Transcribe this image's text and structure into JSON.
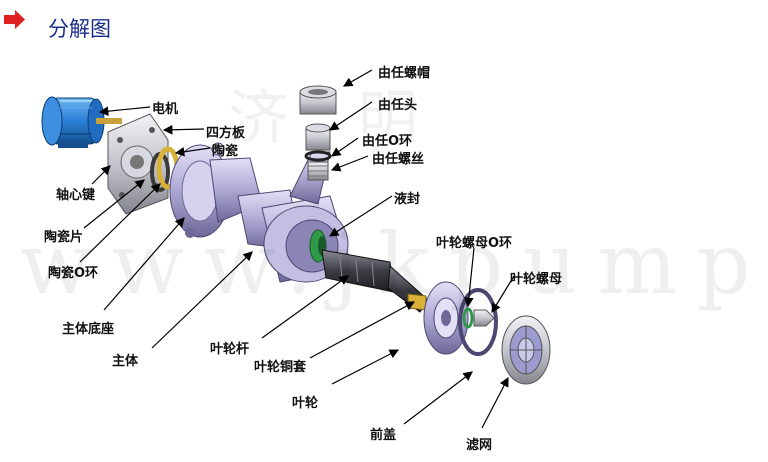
{
  "header": {
    "title": "分解图",
    "marker_icon": "red-arrow-icon"
  },
  "watermark": {
    "text": "www.jkpump.com",
    "text_top": "济明"
  },
  "labels": {
    "motor": "电机",
    "square_plate": "四方板",
    "ceramic": "陶瓷",
    "shaft_key": "轴心键",
    "ceramic_piece": "陶瓷片",
    "ceramic_o_ring": "陶瓷O环",
    "main_base": "主体底座",
    "main_body": "主体",
    "union_nut": "由任螺帽",
    "union_head": "由任头",
    "union_o_ring": "由任O环",
    "union_thread": "由任螺丝",
    "mechanical_seal": "液封",
    "impeller_nut_o_ring": "叶轮螺母O环",
    "impeller_nut": "叶轮螺母",
    "impeller_shaft": "叶轮杆",
    "impeller_copper_sleeve": "叶轮铜套",
    "impeller": "叶轮",
    "front_cover": "前盖",
    "filter_screen": "滤网"
  },
  "colors": {
    "title": "#1a2f8c",
    "arrow_marker": "#e02020",
    "motor_blue": "#2a7fd6",
    "body_purple": "#b3aed8",
    "shaft_dark": "#3c3c44",
    "seal_green": "#2f9a4a",
    "brass": "#d9b23a"
  }
}
